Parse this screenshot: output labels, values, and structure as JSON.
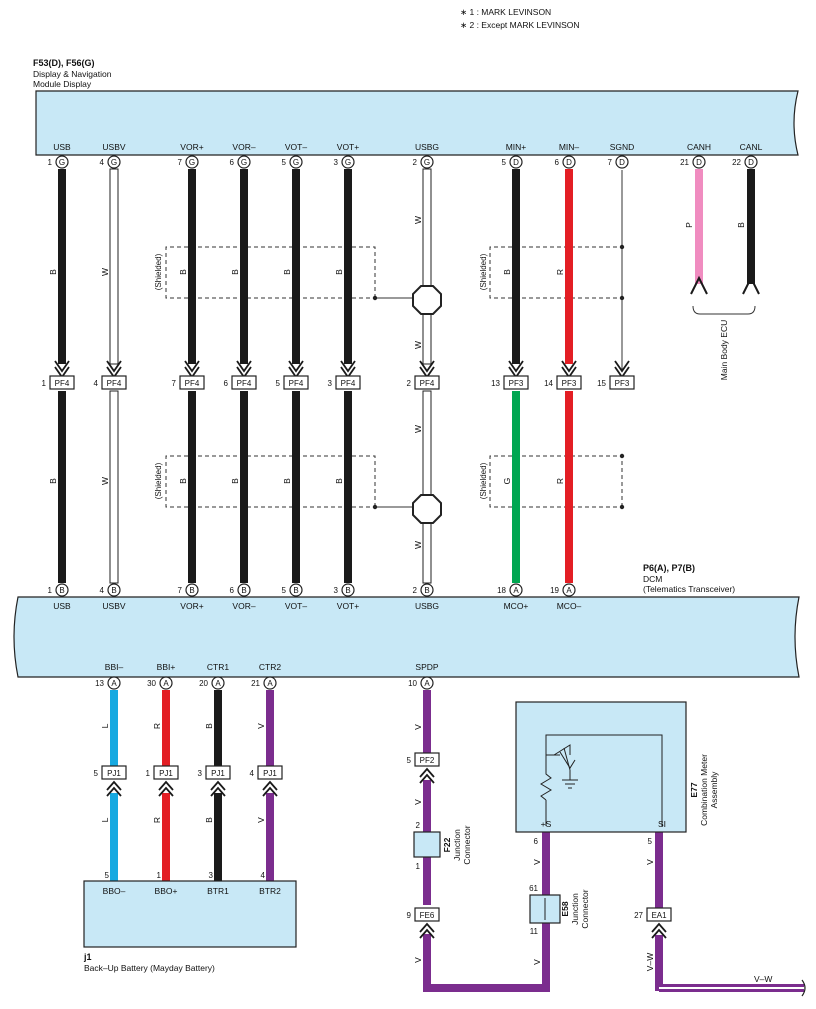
{
  "notes": [
    "∗ 1 : MARK LEVINSON",
    "∗ 2 : Except MARK LEVINSON"
  ],
  "display_module": {
    "code": "F53(D), F56(G)",
    "name1": "Display & Navigation",
    "name2": "Module Display"
  },
  "dcm": {
    "code": "P6(A), P7(B)",
    "name1": "DCM",
    "name2": "(Telematics Transceiver)"
  },
  "main_body_ecu": "Main Body ECU",
  "shielded": "(Shielded)",
  "top_pins": [
    {
      "label": "USB",
      "num": "1",
      "conn": "G"
    },
    {
      "label": "USBV",
      "num": "4",
      "conn": "G"
    },
    {
      "label": "VOR+",
      "num": "7",
      "conn": "G"
    },
    {
      "label": "VOR–",
      "num": "6",
      "conn": "G"
    },
    {
      "label": "VOT–",
      "num": "5",
      "conn": "G"
    },
    {
      "label": "VOT+",
      "num": "3",
      "conn": "G"
    },
    {
      "label": "USBG",
      "num": "2",
      "conn": "G"
    },
    {
      "label": "MIN+",
      "num": "5",
      "conn": "D"
    },
    {
      "label": "MIN–",
      "num": "6",
      "conn": "D"
    },
    {
      "label": "SGND",
      "num": "7",
      "conn": "D"
    },
    {
      "label": "CANH",
      "num": "21",
      "conn": "D"
    },
    {
      "label": "CANL",
      "num": "22",
      "conn": "D"
    }
  ],
  "mid_connectors": [
    {
      "num": "1",
      "code": "PF4"
    },
    {
      "num": "4",
      "code": "PF4"
    },
    {
      "num": "7",
      "code": "PF4"
    },
    {
      "num": "6",
      "code": "PF4"
    },
    {
      "num": "5",
      "code": "PF4"
    },
    {
      "num": "3",
      "code": "PF4"
    },
    {
      "num": "2",
      "code": "PF4"
    },
    {
      "num": "13",
      "code": "PF3"
    },
    {
      "num": "14",
      "code": "PF3"
    },
    {
      "num": "15",
      "code": "PF3"
    }
  ],
  "dcm_top_pins": [
    {
      "label": "USB",
      "num": "1",
      "conn": "B"
    },
    {
      "label": "USBV",
      "num": "4",
      "conn": "B"
    },
    {
      "label": "VOR+",
      "num": "7",
      "conn": "B"
    },
    {
      "label": "VOR–",
      "num": "6",
      "conn": "B"
    },
    {
      "label": "VOT–",
      "num": "5",
      "conn": "B"
    },
    {
      "label": "VOT+",
      "num": "3",
      "conn": "B"
    },
    {
      "label": "USBG",
      "num": "2",
      "conn": "B"
    },
    {
      "label": "MCO+",
      "num": "18",
      "conn": "A"
    },
    {
      "label": "MCO–",
      "num": "19",
      "conn": "A"
    }
  ],
  "dcm_bottom_pins": [
    {
      "label": "BBI–",
      "num": "13",
      "conn": "A"
    },
    {
      "label": "BBI+",
      "num": "30",
      "conn": "A"
    },
    {
      "label": "CTR1",
      "num": "20",
      "conn": "A"
    },
    {
      "label": "CTR2",
      "num": "21",
      "conn": "A"
    },
    {
      "label": "SPDP",
      "num": "10",
      "conn": "A"
    }
  ],
  "pj1_connectors": [
    {
      "num": "5",
      "code": "PJ1"
    },
    {
      "num": "1",
      "code": "PJ1"
    },
    {
      "num": "3",
      "code": "PJ1"
    },
    {
      "num": "4",
      "code": "PJ1"
    }
  ],
  "battery": {
    "code": "j1",
    "name": "Back–Up Battery (Mayday Battery)",
    "pins": [
      {
        "label": "BBO–",
        "num": "5"
      },
      {
        "label": "BBO+",
        "num": "1"
      },
      {
        "label": "BTR1",
        "num": "3"
      },
      {
        "label": "BTR2",
        "num": "4"
      }
    ]
  },
  "pf2": {
    "num": "5",
    "code": "PF2"
  },
  "f22": {
    "code": "F22",
    "name1": "Junction",
    "name2": "Connector",
    "pin_top": "2",
    "pin_bottom": "1"
  },
  "fe6": {
    "num": "9",
    "code": "FE6"
  },
  "e58": {
    "code": "E58",
    "name1": "Junction",
    "name2": "Connector",
    "pin_top": "61",
    "pin_bottom": "11"
  },
  "ea1": {
    "num": "27",
    "code": "EA1"
  },
  "meter": {
    "code": "E77",
    "name1": "Combination Meter",
    "name2": "Assembly",
    "pin_s_label": "+S",
    "pin_s_num": "6",
    "pin_si_label": "SI",
    "pin_si_num": "5"
  },
  "wire_colors": {
    "B": "B",
    "W": "W",
    "R": "R",
    "G": "G",
    "P": "P",
    "L": "L",
    "V": "V",
    "VW": "V–W"
  },
  "colors": {
    "module_fill": "#c8e8f6",
    "black": "#1a1a1a",
    "red": "#e31e24",
    "green": "#00a651",
    "pink": "#f08cc0",
    "blue": "#16a9e1",
    "purple": "#7b2d8e"
  }
}
